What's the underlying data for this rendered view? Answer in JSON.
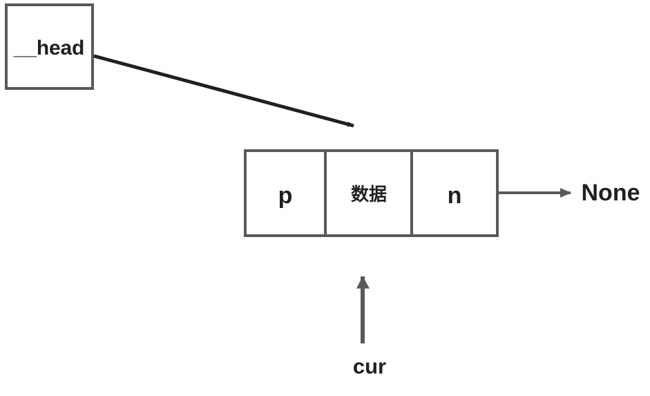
{
  "diagram": {
    "title": "singly-linked-list-node-diagram",
    "colors": {
      "box_border": "#595959",
      "arrow_dark": "#231f20",
      "arrow_gray": "#595959",
      "text": "#231f20",
      "background": "#ffffff"
    },
    "head_box": {
      "label": "__head"
    },
    "node": {
      "cells": [
        {
          "label": "p",
          "script": "latin"
        },
        {
          "label": "数据",
          "script": "cjk"
        },
        {
          "label": "n",
          "script": "latin"
        }
      ]
    },
    "next_target": {
      "label": "None"
    },
    "pointer": {
      "label": "cur"
    },
    "edges": [
      {
        "name": "head-to-node",
        "from": "__head",
        "to": "node",
        "style": "dark-solid-arrow"
      },
      {
        "name": "node-next-to-none",
        "from": "n",
        "to": "None",
        "style": "gray-solid-arrow"
      },
      {
        "name": "cur-to-node",
        "from": "cur",
        "to": "node",
        "style": "gray-solid-arrow-up"
      }
    ]
  }
}
